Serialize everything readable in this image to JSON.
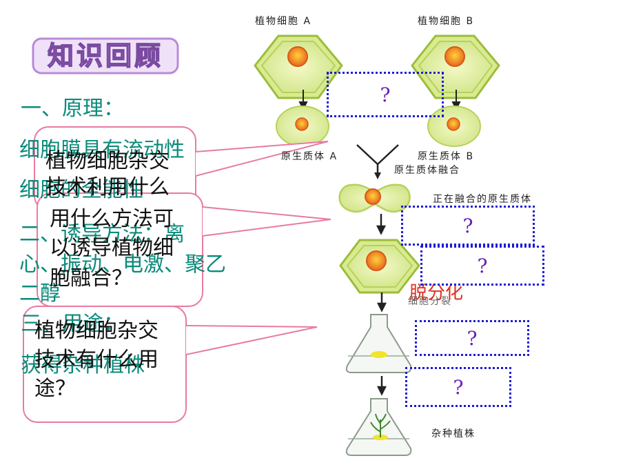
{
  "heading": {
    "text": "知识回顾",
    "color": "#c9a2e0"
  },
  "sections": {
    "s1_title": "一、原理：",
    "s1_line1": "细胞膜具有流动性",
    "s1_line2": "细胞的全能性",
    "s2_line1": "二、诱导方法：离",
    "s2_line2": "心、振动、电激、聚乙",
    "s2_line3": "二醇",
    "s3_title": "三、用途：",
    "s3_line1": "获得杂种植株"
  },
  "bubbles": {
    "b1_line1": "植物细胞杂交",
    "b1_line2": "技术利用什么",
    "b2_line1": "用什么方法可",
    "b2_line2": "以诱导植物细",
    "b2_line3": "胞融合？",
    "b3_line1": "植物细胞杂交",
    "b3_line2": "技术有什么用",
    "b3_line3": "途？"
  },
  "diagram_labels": {
    "cell_a": "植物细胞 A",
    "cell_b": "植物细胞 B",
    "protoplast_a": "原生质体 A",
    "protoplast_b": "原生质体 B",
    "fusion": "原生质体融合",
    "fusing": "正在融合的原生质体",
    "regeneration": "细胞分裂",
    "dediff": "脱分化",
    "hybrid": "杂种植株"
  },
  "question_mark": "?",
  "colors": {
    "teal": "#0b8a7a",
    "bubble_border": "#e87aa0",
    "qbox": "#1a1ad8",
    "cell_fill": "#d6ec8a",
    "nucleus": "#f08a2a",
    "red": "#e0301e"
  }
}
